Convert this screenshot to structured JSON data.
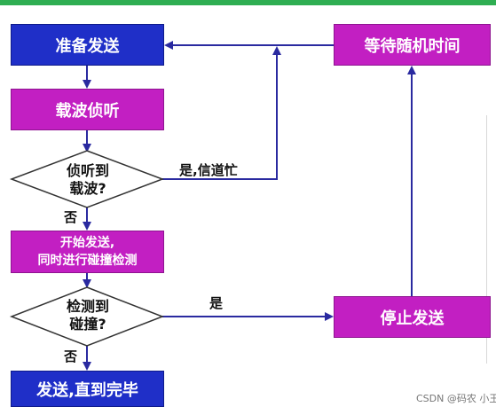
{
  "nodes": {
    "prepare": "准备发送",
    "carrier_sense": "载波侦听",
    "decision_sense": {
      "line1": "侦听到",
      "line2": "载波?"
    },
    "start_send": {
      "line1": "开始发送,",
      "line2": "同时进行碰撞检测"
    },
    "decision_collision": {
      "line1": "检测到",
      "line2": "碰撞?"
    },
    "send_until_done": "发送,直到完毕",
    "wait_random": "等待随机时间",
    "stop_send": "停止发送"
  },
  "edges": {
    "yes_busy": "是,信道忙",
    "no_1": "否",
    "yes_2": "是",
    "no_2": "否"
  },
  "watermark": "CSDN @码农 小王",
  "colors": {
    "blue_box": "#1f2fc8",
    "magenta_box": "#c21fc2",
    "arrow": "#2a2aa0",
    "top_bar": "#2fae52"
  }
}
